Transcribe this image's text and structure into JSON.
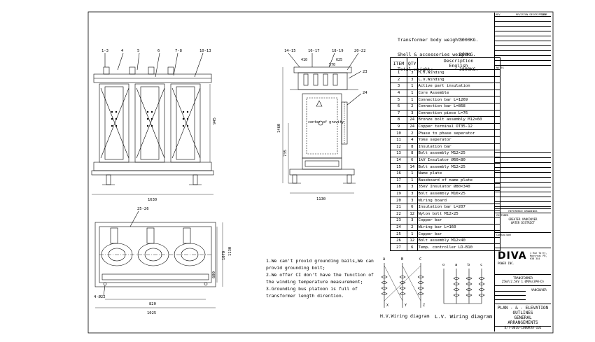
{
  "weights": {
    "body_label": "Transformer body weight:",
    "body_value": "3000KG.",
    "shell_label": "Shell & accessories weight:",
    "shell_value": "800KG.",
    "total_label": "Total weight:",
    "total_value": "3800KG."
  },
  "front_view": {
    "callouts": [
      "1-3",
      "4",
      "5",
      "6",
      "7-8",
      "10-13"
    ],
    "dim_height": "945",
    "dim_width": "1630"
  },
  "side_view": {
    "callouts": [
      "14-15",
      "16-17",
      "18-19",
      "20-22"
    ],
    "dim_top_left": "410",
    "dim_top_right": "625",
    "dim_mid": "570",
    "callout_23": "23",
    "callout_24": "24",
    "dim_height": "1460",
    "dim_cog": "735",
    "cog_label": "center of gravity",
    "dim_width": "1130"
  },
  "plan_view": {
    "callout_top": "25-26",
    "dim_1130": "1130",
    "dim_1070": "1070",
    "dim_600": "600",
    "hole_label": "4-Ø22",
    "dim_820": "820",
    "dim_1025": "1025"
  },
  "parts_table": {
    "head_item": "ITEM",
    "head_qty": "QTY",
    "head_desc_1": "Description",
    "head_desc_2": "English",
    "rows": [
      {
        "item": "1",
        "qty": "3",
        "desc": "H.V.Winding"
      },
      {
        "item": "2",
        "qty": "3",
        "desc": "L.V.Winding"
      },
      {
        "item": "3",
        "qty": "1",
        "desc": "Active part insulation"
      },
      {
        "item": "4",
        "qty": "1",
        "desc": "Core Assemble"
      },
      {
        "item": "5",
        "qty": "1",
        "desc": "Connection bar L=1269"
      },
      {
        "item": "6",
        "qty": "2",
        "desc": "Connection bar L=868"
      },
      {
        "item": "7",
        "qty": "3",
        "desc": "Connection piece  L=76"
      },
      {
        "item": "8",
        "qty": "24",
        "desc": "Bronze bolt assembly M12×60"
      },
      {
        "item": "9",
        "qty": "24",
        "desc": "Copper terminal  OT35-12"
      },
      {
        "item": "10",
        "qty": "2",
        "desc": "Phase to phase seperator"
      },
      {
        "item": "11",
        "qty": "4",
        "desc": "Yoke seperator"
      },
      {
        "item": "12",
        "qty": "8",
        "desc": "Insulation bar"
      },
      {
        "item": "13",
        "qty": "8",
        "desc": "Bolt assembly M12×25"
      },
      {
        "item": "14",
        "qty": "6",
        "desc": "1kV Insulator Ø60×80"
      },
      {
        "item": "15",
        "qty": "14",
        "desc": "Bolt assembly M12×25"
      },
      {
        "item": "16",
        "qty": "1",
        "desc": "Name plate"
      },
      {
        "item": "17",
        "qty": "1",
        "desc": "Baseboard of name plate"
      },
      {
        "item": "18",
        "qty": "3",
        "desc": "35kV Insulator Ø80×340"
      },
      {
        "item": "19",
        "qty": "3",
        "desc": "Bolt assembly M16×25"
      },
      {
        "item": "20",
        "qty": "3",
        "desc": "Wiring board"
      },
      {
        "item": "21",
        "qty": "6",
        "desc": "Insulation bar L=207"
      },
      {
        "item": "22",
        "qty": "12",
        "desc": "Nylon bolt  M12×25"
      },
      {
        "item": "23",
        "qty": "3",
        "desc": "Copper bar"
      },
      {
        "item": "24",
        "qty": "2",
        "desc": "Wiring bar L=160"
      },
      {
        "item": "25",
        "qty": "1",
        "desc": "Copper bar"
      },
      {
        "item": "26",
        "qty": "12",
        "desc": "Bolt assembly M12×40"
      },
      {
        "item": "27",
        "qty": "6",
        "desc": "Temp. controller  LD-B10"
      }
    ]
  },
  "notes": [
    "1.We can't provid grounding bails,We can provid grounding bolt;",
    "2.We offer CI don't have the function of the winding temperature measurement;",
    "3.Grounding bus platoon is full of transformer length dirention."
  ],
  "wiring": {
    "hv_terminals": [
      "A",
      "B",
      "C"
    ],
    "hv_bottom": [
      "X",
      "Y",
      "Z"
    ],
    "lv_terminals": [
      "o",
      "a",
      "b",
      "c"
    ],
    "hv_label": "H.V.Wiring diagram",
    "lv_label": "L.V. Wiring diagram"
  },
  "title_block": {
    "rev_head_1": "REV",
    "rev_head_2": "REVISION DESCRIPTION",
    "rev_head_3": "DATE",
    "notes_label": "NOTES",
    "reference_drawings": "REFERENCE DRAWINGS",
    "customer_label": "CUSTOMER",
    "customer_1": "GREATER VANCOUVER",
    "customer_2": "WATER DISTRICT",
    "consultant_label": "CONSULTANT",
    "brand": "DIVA",
    "brand_sub": "POWER INC.",
    "address": "1 Rue Tarry, Montreal PQ, H3B 3G4",
    "project_1": "TRANSFORMER",
    "project_2": "25kV/2.5kV 1.0MVA(3PH-D)",
    "project_tag": "VANCOUVER",
    "title_1": "PLAN - & - ELEVATION",
    "title_2": "OUTLINES",
    "title_3": "GENERAL",
    "title_4": "ARRANGEMENTS",
    "drawing_no": "D/T-0010-1000KVA-101"
  }
}
